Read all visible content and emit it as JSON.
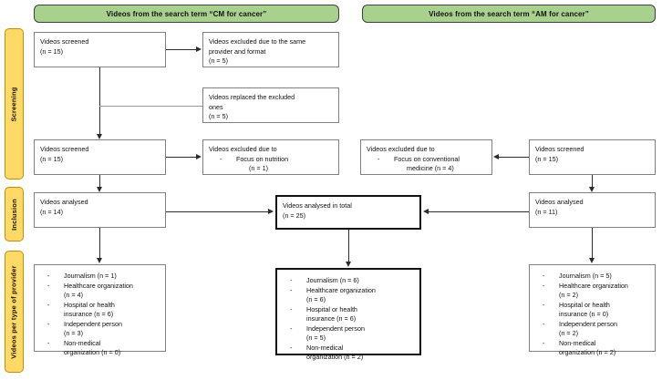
{
  "banners": {
    "left": "Videos from the search term “CM for cancer”",
    "right": "Videos from the search term “AM for cancer”"
  },
  "stages": {
    "screening": "Screening",
    "inclusion": "Inclusion",
    "provider": "Videos per type of provider"
  },
  "left_column": {
    "screened_1": {
      "line1": "Videos screened",
      "line2": "(n = 15)"
    },
    "excluded_same": {
      "line1": "Videos excluded due to the same",
      "line2": "provider and format",
      "line3": "(n = 5)"
    },
    "replaced": {
      "line1": "Videos replaced the excluded",
      "line2": "ones",
      "line3": "(n = 5)"
    },
    "screened_2": {
      "line1": "Videos screened",
      "line2": "(n = 15)"
    },
    "excluded_nutrition": {
      "line1": "Videos excluded due to",
      "dash": "-",
      "item": "Focus on nutrition",
      "count": "(n = 1)"
    },
    "analysed": {
      "line1": "Videos analysed",
      "line2": "(n = 14)"
    },
    "providers": {
      "dash": "-",
      "items": [
        {
          "text": "Journalism (n = 1)",
          "cont": ""
        },
        {
          "text": "Healthcare organization",
          "cont": "(n = 4)"
        },
        {
          "text": "Hospital or health",
          "cont": "insurance (n = 6)"
        },
        {
          "text": "Independent person",
          "cont": "(n = 3)"
        },
        {
          "text": "Non-medical",
          "cont": "organization (n = 0)"
        }
      ]
    }
  },
  "center_column": {
    "total": {
      "line1": "Videos analysed in total",
      "line2": "(n = 25)"
    },
    "providers": {
      "dash": "-",
      "items": [
        {
          "text": "Journalism (n = 6)",
          "cont": ""
        },
        {
          "text": "Healthcare organization",
          "cont": "(n = 6)"
        },
        {
          "text": "Hospital or health",
          "cont": "insurance (n = 6)"
        },
        {
          "text": "Independent person",
          "cont": "(n = 5)"
        },
        {
          "text": "Non-medical",
          "cont": "organization (n = 2)"
        }
      ]
    }
  },
  "right_column": {
    "excluded_conventional": {
      "line1": "Videos excluded due to",
      "dash": "-",
      "item": "Focus on conventional",
      "count": "medicine (n = 4)"
    },
    "screened": {
      "line1": "Videos screened",
      "line2": "(n = 15)"
    },
    "analysed": {
      "line1": "Videos analysed",
      "line2": "(n = 11)"
    },
    "providers": {
      "dash": "-",
      "items": [
        {
          "text": "Journalism (n = 5)",
          "cont": ""
        },
        {
          "text": "Healthcare organization",
          "cont": "(n = 2)"
        },
        {
          "text": "Hospital or health",
          "cont": "insurance (n = 0)"
        },
        {
          "text": "Independent person",
          "cont": "(n = 2)"
        },
        {
          "text": "Non-medical",
          "cont": "organization (n = 2)"
        }
      ]
    }
  },
  "colors": {
    "banner_green": "#a9d18e",
    "stage_yellow": "#ffd966",
    "stage_border": "#bf9000",
    "box_border": "#808080",
    "emphasis_border": "#111111",
    "connector": "#2b2b2b"
  }
}
